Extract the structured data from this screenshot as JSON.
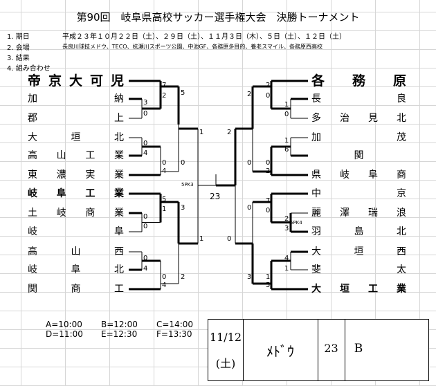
{
  "title": "第90回　岐阜県高校サッカー選手権大会　決勝トーナメント",
  "info": {
    "period_label": "1. 期日",
    "period_value": "平成２３年１０月２２日（土）、２９日（土）、１１月３日（木）、５日（土）、１２日（土）",
    "venue_label": "2. 会場",
    "venue_value": "長良川球技メドウ、TECO、杭瀬川スポーツ公園、中池GF、各務原多目的、養老スマイル、各務原西高校",
    "result_label": "3. 結果",
    "pairing_label": "4. 組み合わせ"
  },
  "left_teams": [
    {
      "chars": [
        "帝",
        "京",
        "大",
        "可",
        "児"
      ],
      "style": "big"
    },
    {
      "chars": [
        "加",
        "納"
      ],
      "style": "normal"
    },
    {
      "chars": [
        "郡",
        "上"
      ],
      "style": "normal"
    },
    {
      "chars": [
        "大",
        "垣",
        "北"
      ],
      "style": "normal"
    },
    {
      "chars": [
        "高",
        "山",
        "工",
        "業"
      ],
      "style": "normal"
    },
    {
      "chars": [
        "東",
        "濃",
        "実",
        "業"
      ],
      "style": "normal"
    },
    {
      "chars": [
        "岐",
        "阜",
        "工",
        "業"
      ],
      "style": "bold"
    },
    {
      "chars": [
        "土",
        "岐",
        "商",
        "業"
      ],
      "style": "normal"
    },
    {
      "chars": [
        "岐",
        "阜"
      ],
      "style": "normal"
    },
    {
      "chars": [
        "高",
        "山",
        "西"
      ],
      "style": "normal"
    },
    {
      "chars": [
        "岐",
        "阜",
        "北"
      ],
      "style": "normal"
    },
    {
      "chars": [
        "関",
        "商",
        "工"
      ],
      "style": "normal"
    }
  ],
  "right_teams": [
    {
      "chars": [
        "各",
        "務",
        "原"
      ],
      "style": "big"
    },
    {
      "chars": [
        "長",
        "良"
      ],
      "style": "normal"
    },
    {
      "chars": [
        "多",
        "治",
        "見",
        "北"
      ],
      "style": "normal"
    },
    {
      "chars": [
        "加",
        "茂"
      ],
      "style": "normal"
    },
    {
      "chars": [
        "関"
      ],
      "style": "normal"
    },
    {
      "chars": [
        "県",
        "岐",
        "阜",
        "商"
      ],
      "style": "normal"
    },
    {
      "chars": [
        "中",
        "京"
      ],
      "style": "normal"
    },
    {
      "chars": [
        "麗",
        "澤",
        "瑞",
        "浪"
      ],
      "style": "normal"
    },
    {
      "chars": [
        "羽",
        "島",
        "北"
      ],
      "style": "normal"
    },
    {
      "chars": [
        "大",
        "垣",
        "西"
      ],
      "style": "normal"
    },
    {
      "chars": [
        "斐",
        "太"
      ],
      "style": "normal"
    },
    {
      "chars": [
        "大",
        "垣",
        "工",
        "業"
      ],
      "style": "bold"
    }
  ],
  "scores": {
    "l1_a_top": "3",
    "l1_a_bot": "0",
    "l1_b_top": "0",
    "l1_b_bot": "4",
    "l1_c_top": "0",
    "l1_c_bot": "0",
    "l1_d_top": "0",
    "l1_d_bot": "4",
    "l2_a_top": "7",
    "l2_a_bot": "2",
    "l2_b_top": "0",
    "l2_b_bot": "4",
    "l2_c_top": "5",
    "l2_c_bot": "1",
    "l2_d_top": "0",
    "l2_d_bot": "4",
    "l3_a_top": "5",
    "l3_a_bot": "0",
    "l3_b_top": "3",
    "l3_b_bot": "2",
    "l4_top": "1",
    "l4_bot": "1",
    "r1_a_top": "1",
    "r1_a_bot": "0",
    "r1_b_top": "6",
    "r1_b_bot": "1",
    "r1_c_top": "2",
    "r1_c_bot": "3",
    "r1_d_top": "4",
    "r1_d_bot": "1",
    "r2_a_top": "2",
    "r2_a_bot": "0",
    "r2_b_top": "0",
    "r2_b_bot": "2",
    "r2_c_top": "7",
    "r2_c_bot": "0",
    "r2_d_top": "1",
    "r2_d_bot": "5",
    "r3_a_top": "2",
    "r3_a_bot": "0",
    "r3_b_top": "0",
    "r3_b_bot": "3",
    "r4_top": "2",
    "r4_bot": "0",
    "final_match_no": "23",
    "pk_left": "5PK3",
    "pk_right": "5PK4"
  },
  "schedule": {
    "a": "A=10:00",
    "b": "B=12:00",
    "c": "C=14:00",
    "d": "D=11:00",
    "e": "E=12:30",
    "f": "F=13:30"
  },
  "final_box": {
    "date": "11/12",
    "day": "(土)",
    "venue": "ﾒﾄﾞｳ",
    "match_no": "23",
    "time_code": "B"
  }
}
